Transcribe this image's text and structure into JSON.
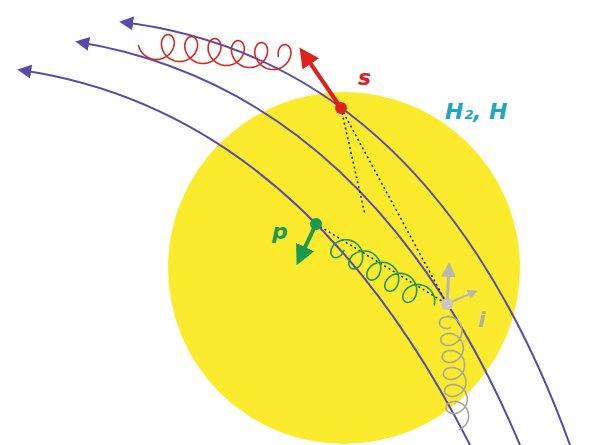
{
  "diagram": {
    "nodes": [
      {
        "text": [
          "H₂, H"
        ]
      }
    ],
    "labels": [
      "s",
      "p",
      "i"
    ]
  }
}
